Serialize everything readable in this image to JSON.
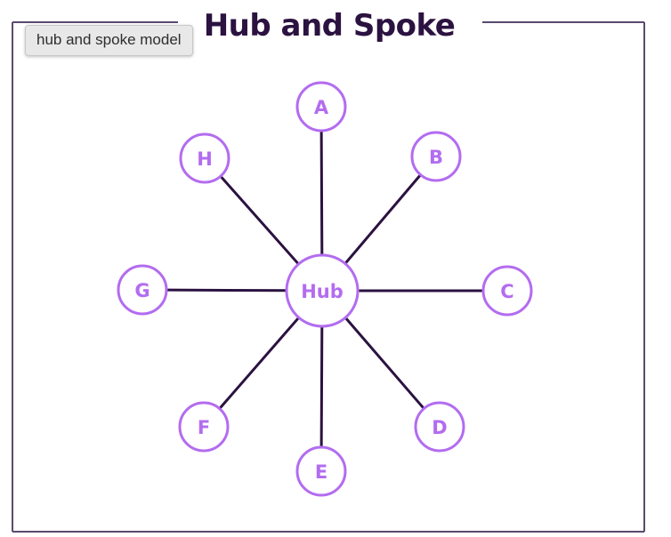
{
  "title": "Hub and Spoke",
  "tooltip": "hub and spoke model",
  "hub": {
    "label": "Hub"
  },
  "spokes": [
    {
      "id": "A",
      "label": "A"
    },
    {
      "id": "B",
      "label": "B"
    },
    {
      "id": "C",
      "label": "C"
    },
    {
      "id": "D",
      "label": "D"
    },
    {
      "id": "E",
      "label": "E"
    },
    {
      "id": "F",
      "label": "F"
    },
    {
      "id": "G",
      "label": "G"
    },
    {
      "id": "H",
      "label": "H"
    }
  ],
  "colors": {
    "frame": "#5a4a6e",
    "spoke_line": "#2b1240",
    "node_stroke": "#b36cf0",
    "node_fill": "#ffffff",
    "label": "#b36cf0",
    "title": "#2b1240"
  }
}
